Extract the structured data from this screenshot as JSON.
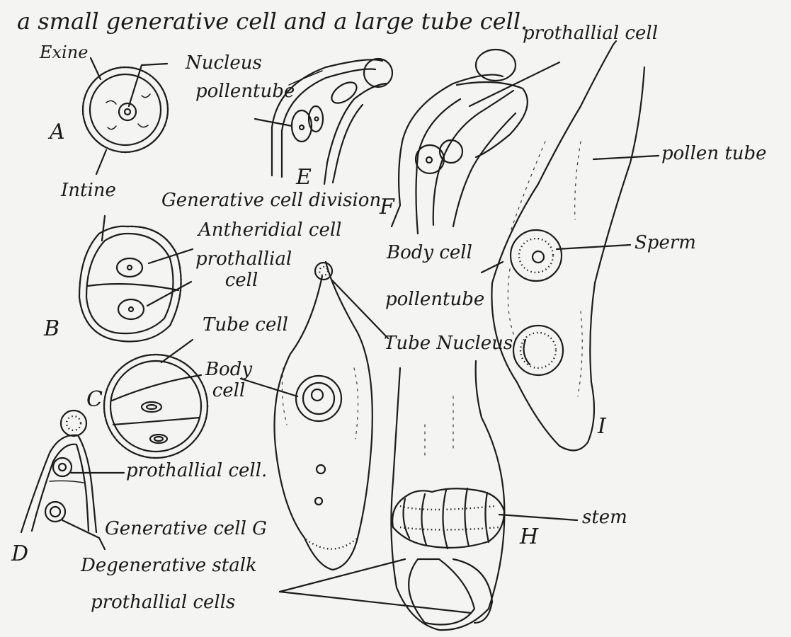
{
  "heading": "a small generative cell and a large tube cell.",
  "bottom_text": "",
  "labels": {
    "exine": "Exine",
    "nucleus": "Nucleus",
    "pollen_tube_e": "pollentube",
    "prothallial_cell_f": "prothallial cell",
    "letter_a": "A",
    "intine": "Intine",
    "letter_e": "E",
    "generative_cell_division": "Generative cell division",
    "letter_f": "F",
    "pollen_tube_i": "pollen tube",
    "antheridial_cell": "Antheridial cell",
    "prothallial_cell_b": "prothallial cell",
    "letter_b": "B",
    "body_cell_f": "Body cell",
    "sperm": "Sperm",
    "pollen_tube_f": "pollentube",
    "tube_cell": "Tube cell",
    "tube_nucleus": "Tube Nucleus",
    "body_cell_g": "Body cell",
    "letter_c": "C",
    "letter_i": "I",
    "prothallial_cell_d": "prothallial cell.",
    "generative_cell_g": "Generative cell G",
    "stem": "stem",
    "letter_h": "H",
    "letter_d": "D",
    "degenerative_stalk": "Degenerative stalk",
    "prothallial_cells": "prothallial cells"
  }
}
